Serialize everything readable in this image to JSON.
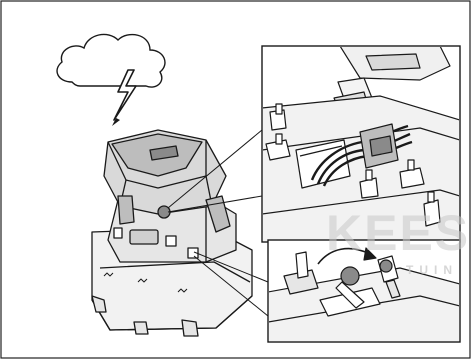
{
  "figure": {
    "description_kind": "installation-diagram",
    "icons": {
      "cloud": "cloud-icon",
      "lightning": "lightning-bolt-icon",
      "rotate_arrow": "rotate-arrow-icon",
      "connect_arrow": "connect-arrow-icon"
    },
    "colors": {
      "line": "#1a1a1a",
      "panel_fill": "#ffffff",
      "device_fill": "#e6e6e6",
      "device_shade": "#bdbdbd",
      "cap_fill": "#8a8a8a",
      "watermark": "#c9c9c9"
    }
  },
  "watermark": {
    "line1": "KEES",
    "line2": "TUIN"
  }
}
